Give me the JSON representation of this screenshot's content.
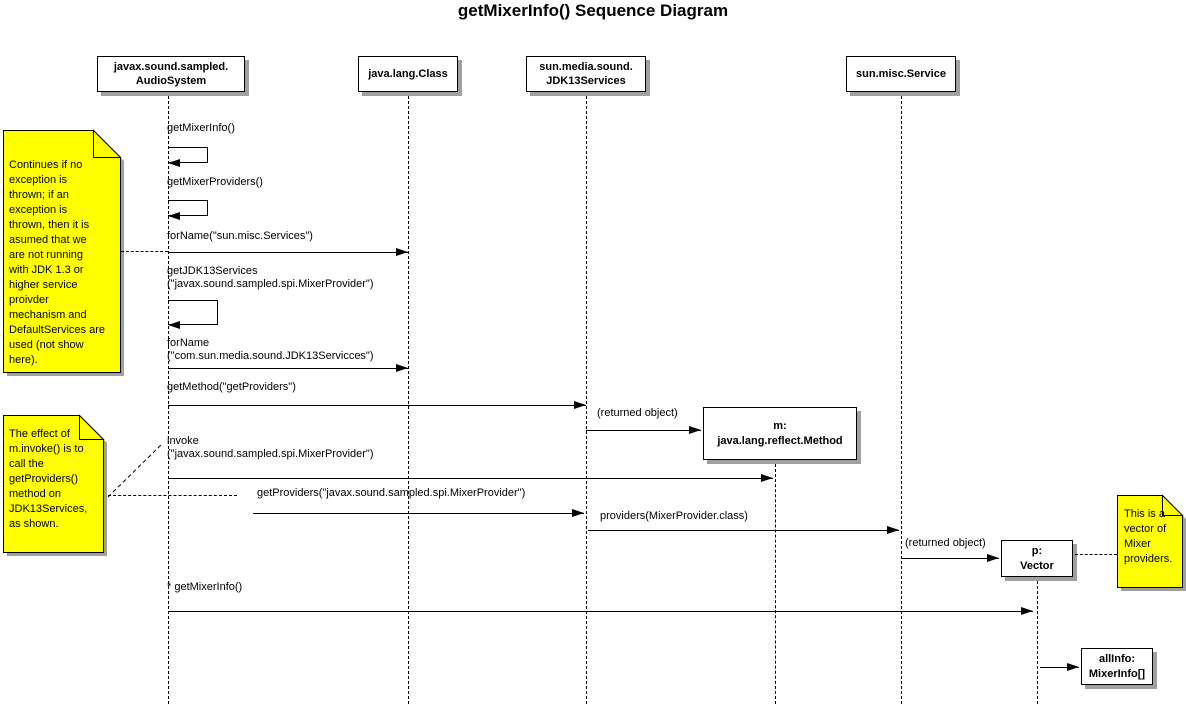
{
  "title": "getMixerInfo() Sequence Diagram",
  "lifelines": {
    "audiosystem": {
      "label": "javax.sound.sampled.\nAudioSystem"
    },
    "class": {
      "label": "java.lang.Class"
    },
    "jdk13services": {
      "label": "sun.media.sound.\nJDK13Services"
    },
    "service": {
      "label": "sun.misc.Service"
    }
  },
  "objects": {
    "method": {
      "label": "m:\njava.lang.reflect.Method"
    },
    "vector": {
      "label": "p:\nVector"
    },
    "allinfo": {
      "label": "allInfo:\nMixerInfo[]"
    }
  },
  "messages": {
    "get_mixer_info": {
      "label": "getMixerInfo()"
    },
    "get_mixer_providers": {
      "label": "getMixerProviders()"
    },
    "forname_services": {
      "label": "forName(\"sun.misc.Services\")"
    },
    "get_jdk13_services": {
      "label": "getJDK13Services\n(\"javax.sound.sampled.spi.MixerProvider\")"
    },
    "forname_jdk13": {
      "label": "forName\n(\"com.sun.media.sound.JDK13Servicces\")"
    },
    "get_method": {
      "label": "getMethod(\"getProviders\")"
    },
    "returned_object_method": {
      "label": "(returned object)"
    },
    "invoke": {
      "label": "invoke\n(\"javax.sound.sampled.spi.MixerProvider\")"
    },
    "get_providers": {
      "label": "getProviders(\"javax.sound.sampled.spi.MixerProvider\")"
    },
    "providers": {
      "label": "providers(MixerProvider.class)"
    },
    "returned_object_vector": {
      "label": "(returned object)"
    },
    "star_get_mixer_info": {
      "label": "* getMixerInfo()"
    }
  },
  "notes": {
    "jdk_note": {
      "text": "Continues if no\nexception is\nthrown; if an\nexception is\nthrown, then it is\nasumed that we\nare not running\nwith JDK 1.3 or\nhigher service\nproivder\nmechanism and\nDefaultServices are\nused (not show\nhere)."
    },
    "invoke_note": {
      "text": "The effect of\nm.invoke() is to\ncall the\ngetProviders()\nmethod on\nJDK13Services,\nas shown."
    },
    "vector_note": {
      "text": "This is a\nvector of\nMixer\nproviders."
    }
  },
  "colors": {
    "note_fill": "#ffff00",
    "shadow": "#a0a0a0",
    "line": "#000000"
  }
}
